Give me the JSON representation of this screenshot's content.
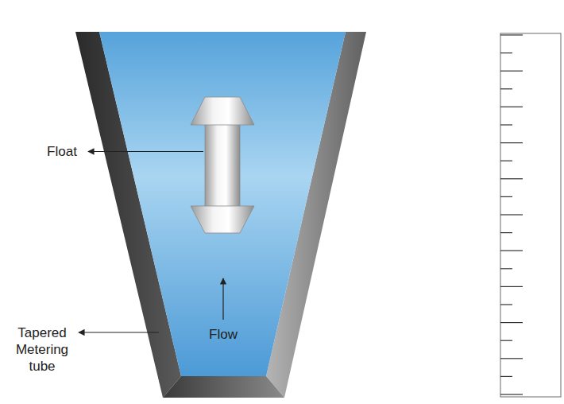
{
  "diagram": {
    "labels": [
      "Float",
      "Tapered Metering tube",
      "Flow"
    ]
  }
}
